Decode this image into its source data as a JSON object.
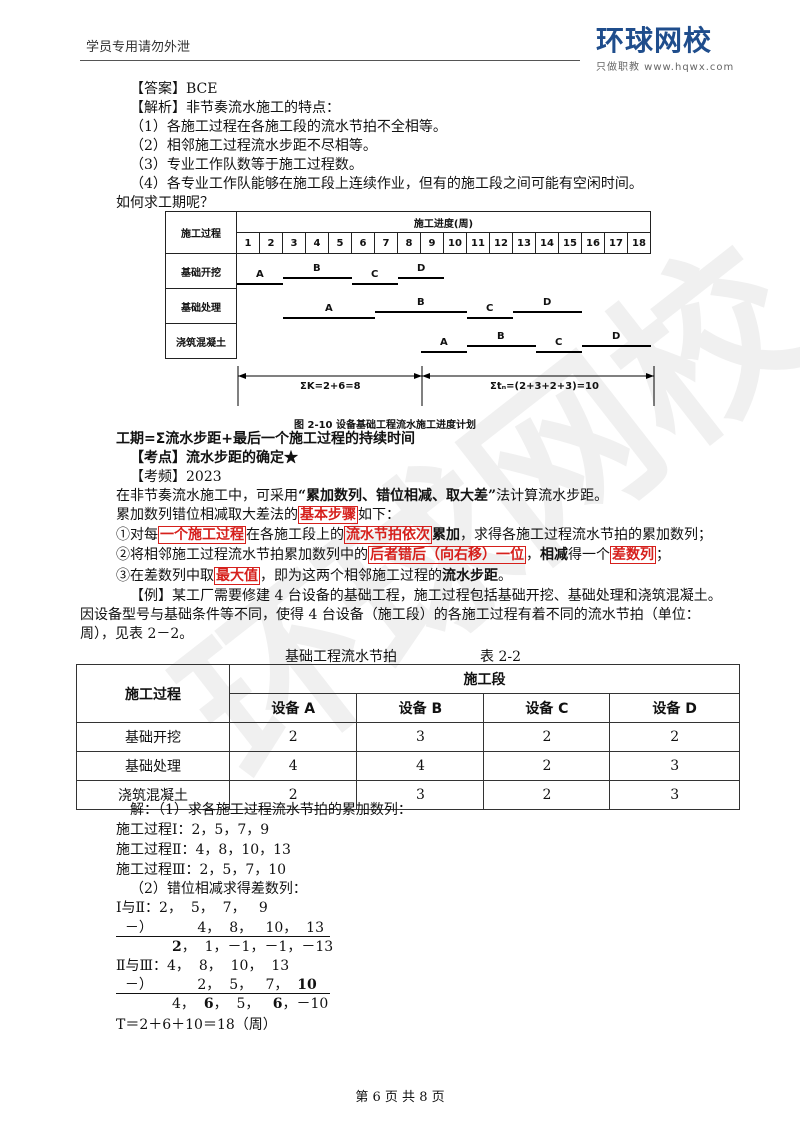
{
  "header": {
    "left_text": "学员专用请勿外泄",
    "logo_main": "环球网校",
    "logo_sub": "只做职教 www.hqwx.com"
  },
  "watermark": "环球网校",
  "lines": {
    "answer": "【答案】BCE",
    "analysis": "【解析】非节奏流水施工的特点：",
    "p1": "（1）各施工过程在各施工段的流水节拍不全相等。",
    "p2": "（2）相邻施工过程流水步距不尽相等。",
    "p3": "（3）专业工作队数等于施工过程数。",
    "p4": "（4）各专业工作队能够在施工段上连续作业，但有的施工段之间可能有空闲时间。",
    "how": "如何求工期呢？"
  },
  "schedule": {
    "row_header": "施工过程",
    "progress_header": "施工进度(周)",
    "weeks": [
      "1",
      "2",
      "3",
      "4",
      "5",
      "6",
      "7",
      "8",
      "9",
      "10",
      "11",
      "12",
      "13",
      "14",
      "15",
      "16",
      "17",
      "18"
    ],
    "rows": [
      "基础开挖",
      "基础处理",
      "浇筑混凝土"
    ],
    "labels": [
      "A",
      "B",
      "C",
      "D"
    ],
    "sum_k": "ΣK=2+6=8",
    "sum_t": "Σtₙ=(2+3+2+3)=10",
    "caption": "图 2-10   设备基础工程流水施工进度计划"
  },
  "formula": "工期=Σ流水步距+最后一个施工过程的持续时间",
  "kaodian": "【考点】流水步距的确定★",
  "kaopin_label": "【考频】",
  "kaopin_year": "2023",
  "method": {
    "pre": "在非节奏流水施工中，可采用",
    "quote": "“累加数列、错位相减、取大差”",
    "post": "法计算流水步距。"
  },
  "steps_intro": {
    "pre": "累加数列错位相减取大差法的",
    "box": "基本步骤",
    "post": "如下："
  },
  "step1": {
    "a": "①对每",
    "b": "一个施工过程",
    "c": "在各施工段上的",
    "d": "流水节拍依次",
    "e": "累加",
    "f": "，求得各施工过程流水节拍的累加数列；"
  },
  "step2": {
    "a": "②将相邻施工过程流水节拍累加数列中的",
    "b": "后者错后（向右移）一位",
    "c": "，",
    "d": "相减",
    "e": "得一个",
    "f": "差数列",
    "g": "；"
  },
  "step3": {
    "a": "③在差数列中取",
    "b": "最大值",
    "c": "，即为这两个相邻施工过程的",
    "d": "流水步距",
    "e": "。"
  },
  "example": {
    "l1": "【例】某工厂需要修建 4 台设备的基础工程，施工过程包括基础开挖、基础处理和浇筑混凝土。",
    "l2": "因设备型号与基础条件等不同，使得 4 台设备（施工段）的各施工过程有着不同的流水节拍（单位：",
    "l3": "周），见表 2－2。"
  },
  "table22": {
    "title": "基础工程流水节拍",
    "number": "表 2-2",
    "h_process": "施工过程",
    "h_segments": "施工段",
    "cols": [
      "设备 A",
      "设备 B",
      "设备 C",
      "设备 D"
    ],
    "rows": [
      {
        "name": "基础开挖",
        "values": [
          "2",
          "3",
          "2",
          "2"
        ]
      },
      {
        "name": "基础处理",
        "values": [
          "4",
          "4",
          "2",
          "3"
        ]
      },
      {
        "name": "浇筑混凝土",
        "values": [
          "2",
          "3",
          "2",
          "3"
        ]
      }
    ]
  },
  "solution": {
    "s0": "解：（1）求各施工过程流水节拍的累加数列：",
    "s1": "施工过程Ⅰ：2，5，7，9",
    "s2": "施工过程Ⅱ：4，8，10，13",
    "s3": "施工过程Ⅲ：2，5，7，10",
    "s4": "（2）错位相减求得差数列：",
    "a1": "Ⅰ与Ⅱ：2，  5，  7，   9",
    "a2": "  －）          4，  8，   10，  13",
    "a3_bold": "2",
    "a3_rest": "，  1，－1，－1，－13",
    "b1": "Ⅱ与Ⅲ：4，  8，  10，  13",
    "b2_pre": "  －）          2，  5，   7，  ",
    "b2_bold": "10",
    "b3_a": "4，  ",
    "b3_b": "6",
    "b3_c": "，  5，   ",
    "b3_d": "6",
    "b3_e": "，－10",
    "total": "T＝2＋6＋10＝18（周）"
  },
  "footer": "第 6 页 共 8 页"
}
